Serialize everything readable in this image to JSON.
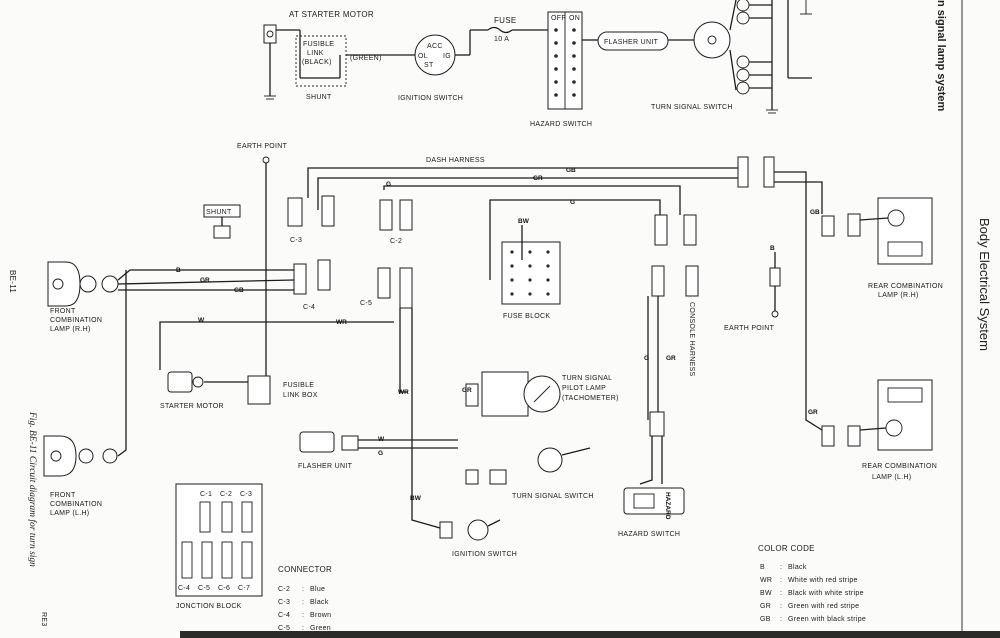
{
  "labels": {
    "at_starter_motor": "AT STARTER MOTOR",
    "fusible_link": "FUSIBLE",
    "fusible_link_2": "LINK",
    "fusible_link_black": "(BLACK)",
    "green": "(GREEN)",
    "shunt_top": "SHUNT",
    "ignition_switch_top": "IGNITION SWITCH",
    "fuse": "FUSE",
    "fuse_rating": "10 A",
    "hazard_switch_top": "HAZARD SWITCH",
    "flasher_unit_top": "FLASHER UNIT",
    "turn_signal_switch_top": "TURN SIGNAL SWITCH",
    "earth_point_top": "EARTH POINT",
    "dash_harness": "DASH HARNESS",
    "shunt_box": "SHUNT",
    "front_comb_rh_1": "FRONT",
    "front_comb_rh_2": "COMBINATION",
    "front_comb_rh_3": "LAMP (R.H)",
    "starter_motor": "STARTER MOTOR",
    "fusible_link_box_1": "FUSIBLE",
    "fusible_link_box_2": "LINK BOX",
    "fuse_block": "FUSE BLOCK",
    "console_harness": "CONSOLE HARNESS",
    "turn_pilot_1": "TURN SIGNAL",
    "turn_pilot_2": "PILOT LAMP",
    "turn_pilot_3": "(TACHOMETER)",
    "flasher_unit": "FLASHER UNIT",
    "turn_signal_switch": "TURN SIGNAL SWITCH",
    "ignition_switch": "IGNITION SWITCH",
    "hazard_switch": "HAZARD SWITCH",
    "front_comb_lh_1": "FRONT",
    "front_comb_lh_2": "COMBINATION",
    "front_comb_lh_3": "LAMP (L.H)",
    "junction_block": "JONCTION BLOCK",
    "earth_point_right": "EARTH POINT",
    "rear_comb_rh_1": "REAR COMBINATION",
    "rear_comb_rh_2": "LAMP (R.H)",
    "rear_comb_lh_1": "REAR COMBINATION",
    "rear_comb_lh_2": "LAMP (L.H)",
    "page_number": "BE-11",
    "figure_caption": "Fig. BE-11  Circuit diagram for turn sign",
    "side_title": "Body Electrical System",
    "side_top_title": "n signal lamp system",
    "ref_code": "RE3",
    "hazard_switch_face": "HAZARD",
    "hazard_off": "OFF",
    "hazard_on": "ON",
    "acc": "ACC",
    "ig": "IG",
    "st": "ST",
    "ol": "OL"
  },
  "connectors_block": [
    "C-1",
    "C-2",
    "C-3",
    "C-4",
    "C-5",
    "C-6",
    "C-7"
  ],
  "connector_legend": {
    "title": "CONNECTOR",
    "items": [
      {
        "code": "C-2",
        "color": "Blue"
      },
      {
        "code": "C-3",
        "color": "Black"
      },
      {
        "code": "C-4",
        "color": "Brown"
      },
      {
        "code": "C-5",
        "color": "Green"
      }
    ]
  },
  "color_code": {
    "title": "COLOR CODE",
    "items": [
      {
        "code": "B",
        "desc": "Black"
      },
      {
        "code": "WR",
        "desc": "White with red stripe"
      },
      {
        "code": "BW",
        "desc": "Black with white stripe"
      },
      {
        "code": "GR",
        "desc": "Green with red stripe"
      },
      {
        "code": "GB",
        "desc": "Green with black stripe"
      }
    ]
  },
  "wire_tags": {
    "gb": "GB",
    "gr": "GR",
    "g": "G",
    "b": "B",
    "w": "W",
    "wr": "WR",
    "bw": "BW"
  }
}
